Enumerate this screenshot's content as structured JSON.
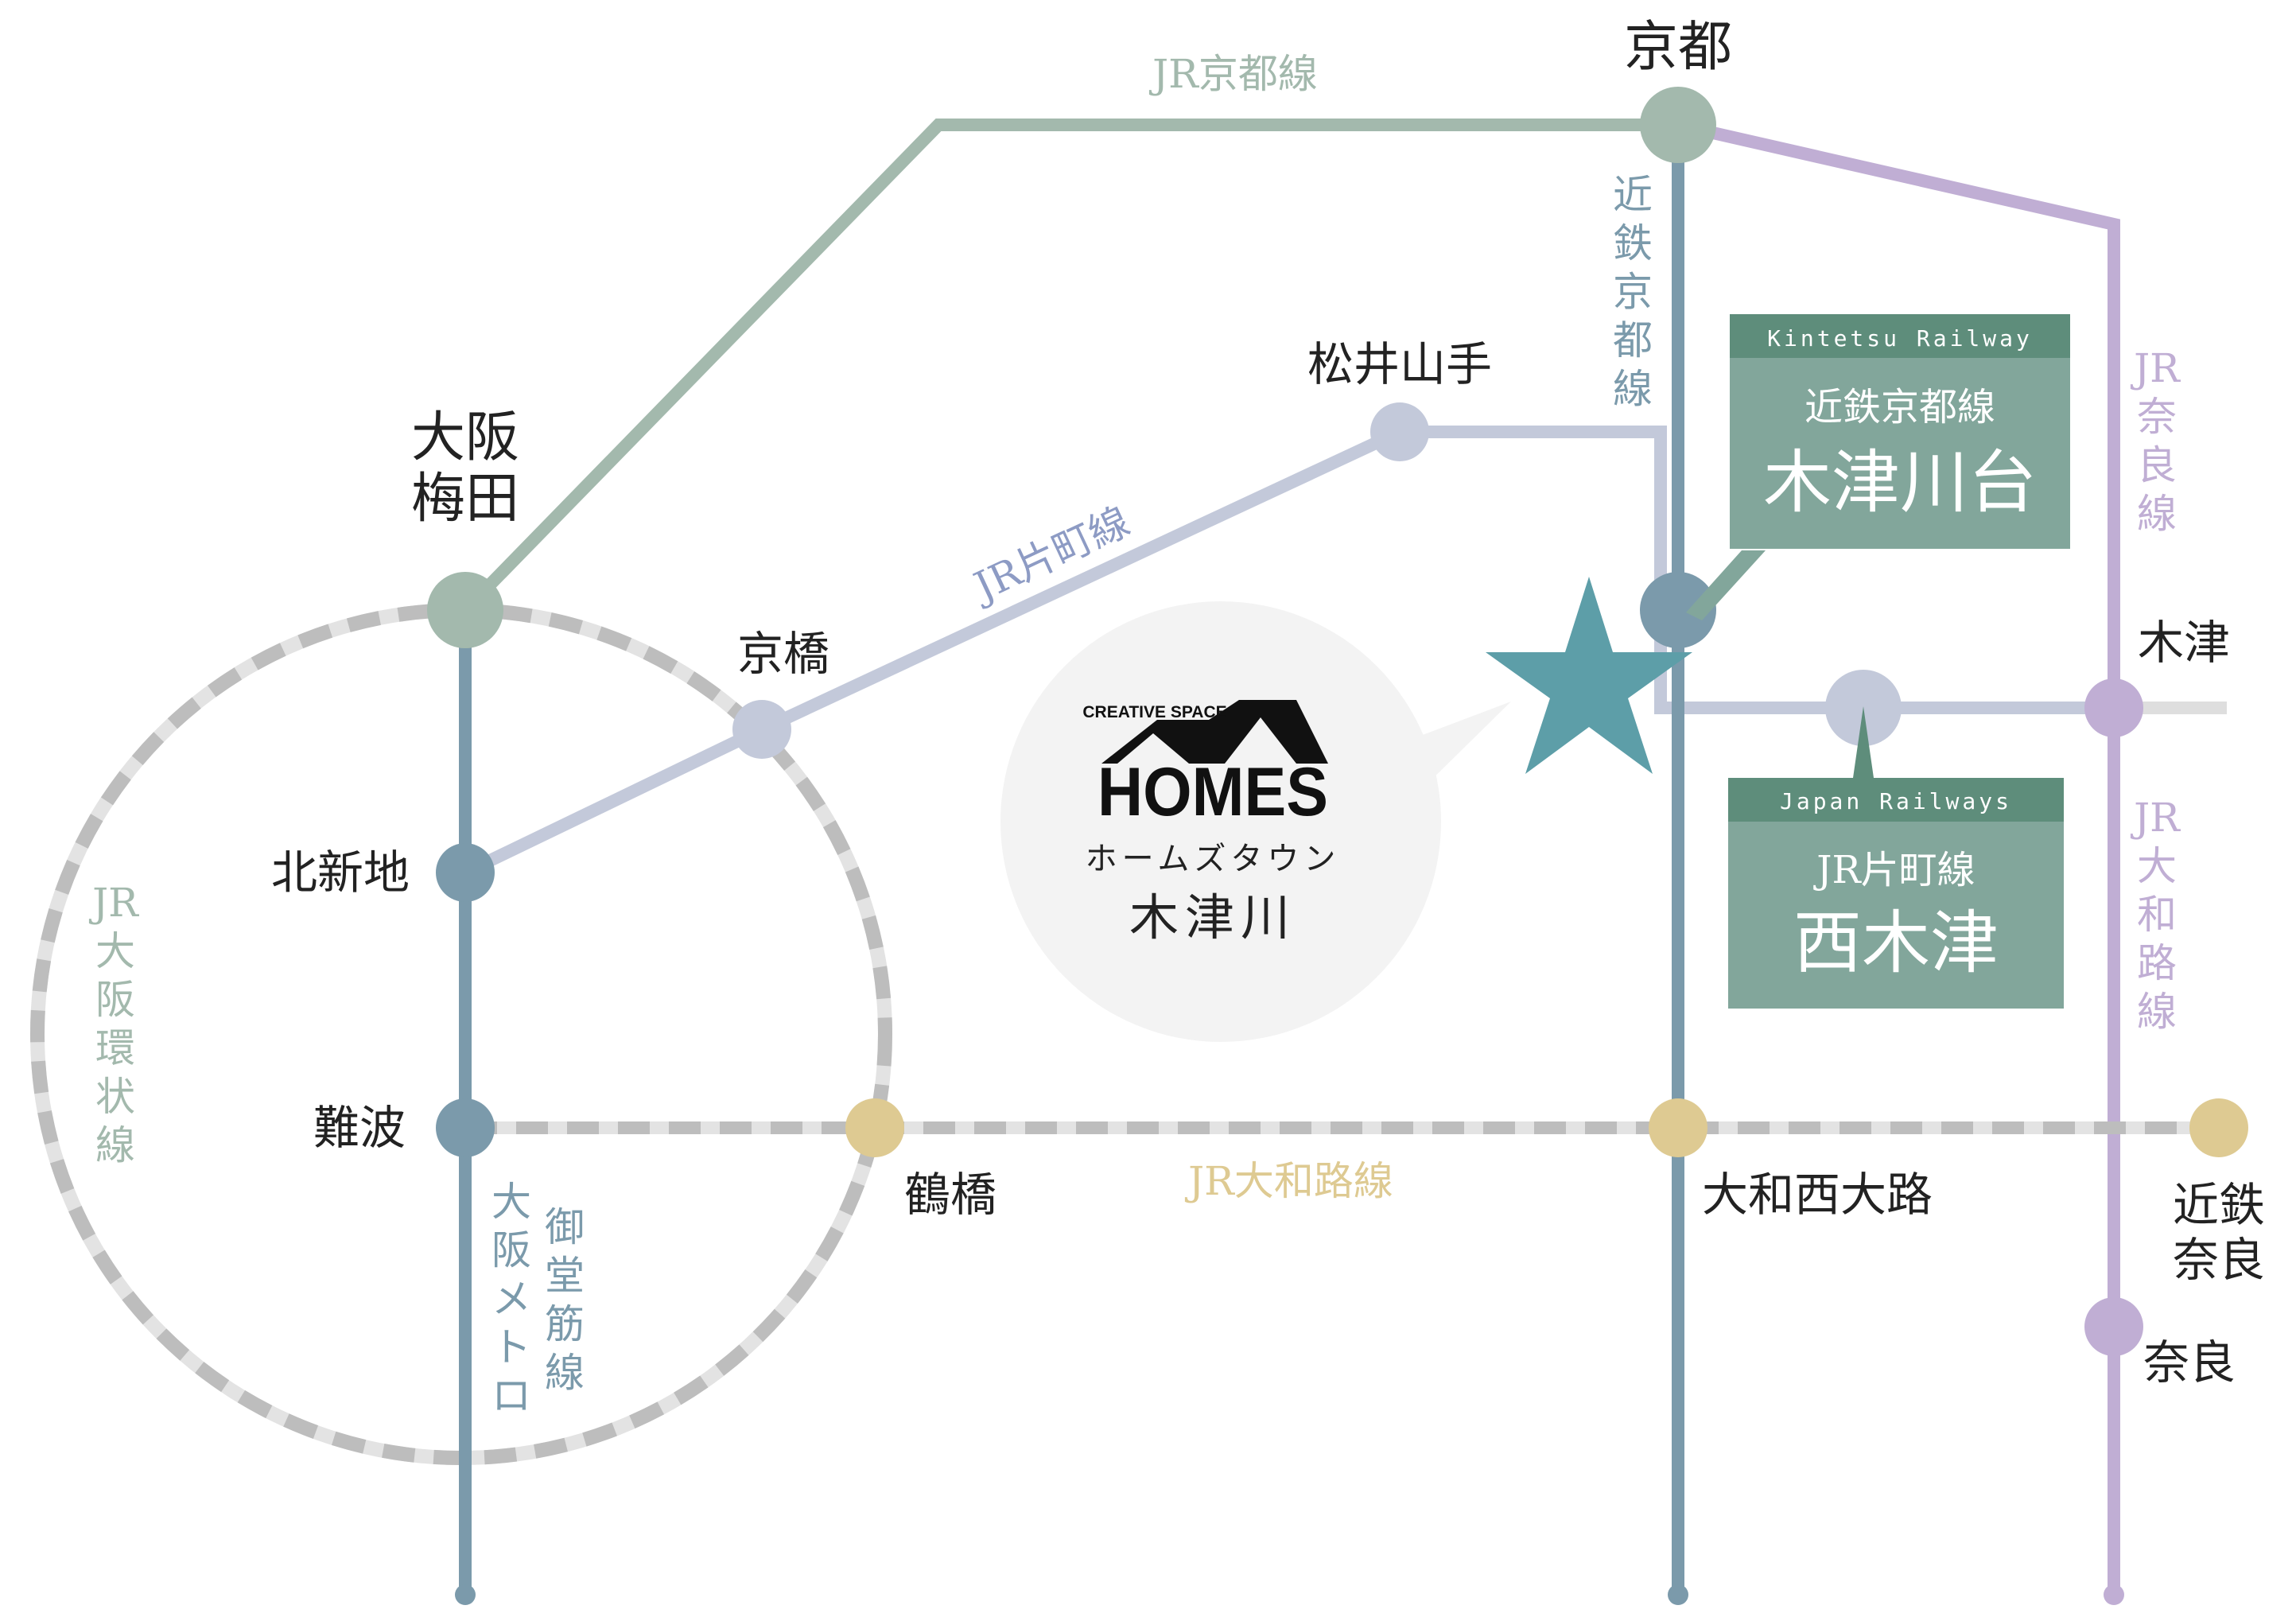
{
  "colors": {
    "jr_kyoto": "#a3b9ad",
    "metro_midosuji": "#7b9aab",
    "jr_katamachi": "#c3c9da",
    "jr_nara": "#c0aed4",
    "jr_yamatoji": "#deca92",
    "jr_osaka_loop": "#bdbdbd",
    "kintetsu_kyoto": "#7b9aab",
    "box_fill": "#82a69b",
    "box_header": "#5e8d7b",
    "star": "#5d9ea8",
    "bubble": "#f3f3f3"
  },
  "lines": {
    "jr_kyoto": "JR京都線",
    "jr_katamachi": "JR片町線",
    "jr_yamatoji": "JR大和路線",
    "kintetsu_kyoto": "近鉄京都線",
    "jr_nara": "JR奈良線",
    "jr_yamatoji_vertical": "JR大和路線",
    "jr_osaka_loop": "JR大阪環状線",
    "metro_operator": "大阪メトロ",
    "metro_midosuji": "御堂筋線"
  },
  "stations": {
    "kyoto": "京都",
    "osaka_umeda_1": "大阪",
    "osaka_umeda_2": "梅田",
    "kyobashi": "京橋",
    "kitashinchi": "北新地",
    "namba": "難波",
    "tsuruhashi": "鶴橋",
    "matsuiyamate": "松井山手",
    "kizu": "木津",
    "yamato_saidaiji": "大和西大路",
    "kintetsu_nara_1": "近鉄",
    "kintetsu_nara_2": "奈良",
    "nara": "奈良"
  },
  "box_kintetsu": {
    "company": "Kintetsu Railway",
    "line": "近鉄京都線",
    "station": "木津川台"
  },
  "box_jr": {
    "company": "Japan Railways",
    "line": "JR片町線",
    "station": "西木津"
  },
  "logo": {
    "tagline": "CREATIVE SPACE",
    "brand": "HOMES",
    "subtitle": "ホームズタウン",
    "place": "木津川"
  },
  "icons": {
    "property_marker": "star-icon",
    "logo_mark": "house-roof-icon"
  }
}
